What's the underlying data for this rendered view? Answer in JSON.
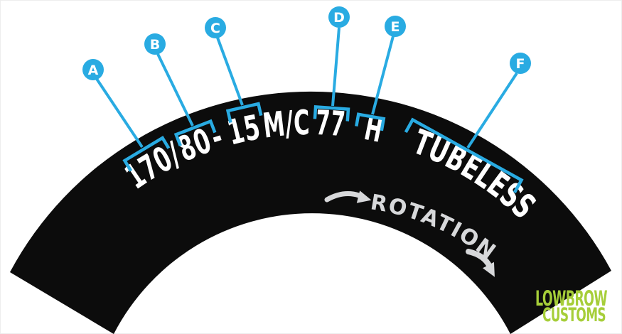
{
  "canvas": {
    "background": "#FFFFFF",
    "border_color": "#EDEDED"
  },
  "tire": {
    "color": "#0C0C0C",
    "marking_display": "170 / 80 - 15 M/C 77 H TUBELESS",
    "marking_tokens": [
      "170",
      "/",
      "80",
      "-",
      "15",
      "M/C",
      "77",
      "H",
      "TUBELESS"
    ],
    "marking_color": "#FFFFFF",
    "rotation": {
      "label": "ROTATION",
      "color": "#D7D8DA"
    }
  },
  "callouts": {
    "accent_color": "#29ABE2",
    "letter_color": "#FFFFFF",
    "items": [
      {
        "letter": "A",
        "marking": "170"
      },
      {
        "letter": "B",
        "marking": "80"
      },
      {
        "letter": "C",
        "marking": "15"
      },
      {
        "letter": "D",
        "marking": "77"
      },
      {
        "letter": "E",
        "marking": "H"
      },
      {
        "letter": "F",
        "marking": "TUBELESS"
      }
    ]
  },
  "logo": {
    "line1": "LOWBROW",
    "line2": "CUSTOMS",
    "color": "#A6CE39"
  }
}
